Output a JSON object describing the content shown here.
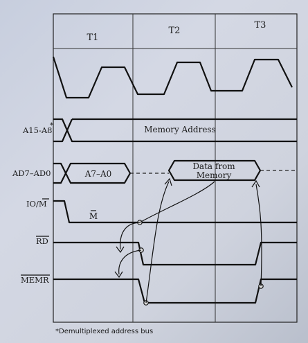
{
  "states": [
    "T1",
    "T2",
    "T3"
  ],
  "signals": {
    "addr_high": {
      "main": "A15-A8",
      "sup": "*"
    },
    "addr_low": {
      "main": "AD7–AD0"
    },
    "io_m": {
      "main": "IO/M"
    },
    "rd": {
      "main": "RD"
    },
    "memr": {
      "main": "MEMR"
    }
  },
  "labels": {
    "memory_address": "Memory Address",
    "a7_a0": "A7–A0",
    "data_from_memory_1": "Data from",
    "data_from_memory_2": "Memory",
    "m_bar": "M"
  },
  "footnote": "*Demultiplexed address bus",
  "colors": {
    "ink": "#111111",
    "paper": "#cfd3de"
  }
}
